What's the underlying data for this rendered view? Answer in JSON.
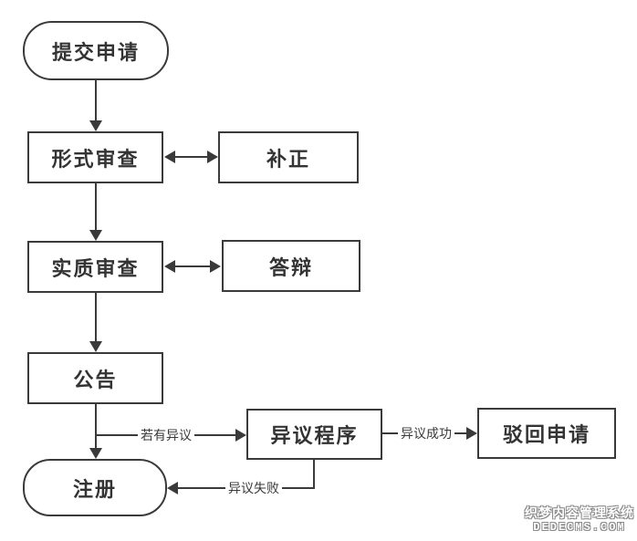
{
  "diagram": {
    "title": "trademark-application-flowchart",
    "colors": {
      "line": "#3a3a3a",
      "text": "#333333",
      "background": "#ffffff"
    },
    "nodes": {
      "submit": {
        "label": "提交申请",
        "shape": "stadium"
      },
      "formal": {
        "label": "形式审查",
        "shape": "rect"
      },
      "correction": {
        "label": "补正",
        "shape": "rect"
      },
      "substantive": {
        "label": "实质审查",
        "shape": "rect"
      },
      "reply": {
        "label": "答辩",
        "shape": "rect"
      },
      "announcement": {
        "label": "公告",
        "shape": "rect"
      },
      "opposition": {
        "label": "异议程序",
        "shape": "rect"
      },
      "rejection": {
        "label": "驳回申请",
        "shape": "rect"
      },
      "registration": {
        "label": "注册",
        "shape": "stadium"
      }
    },
    "edge_labels": {
      "if_opposition": "若有异议",
      "opposition_success": "异议成功",
      "opposition_failure": "异议失败"
    }
  },
  "watermark": {
    "line1": "织梦内容管理系统",
    "line2": "DEDECMS.COM"
  }
}
